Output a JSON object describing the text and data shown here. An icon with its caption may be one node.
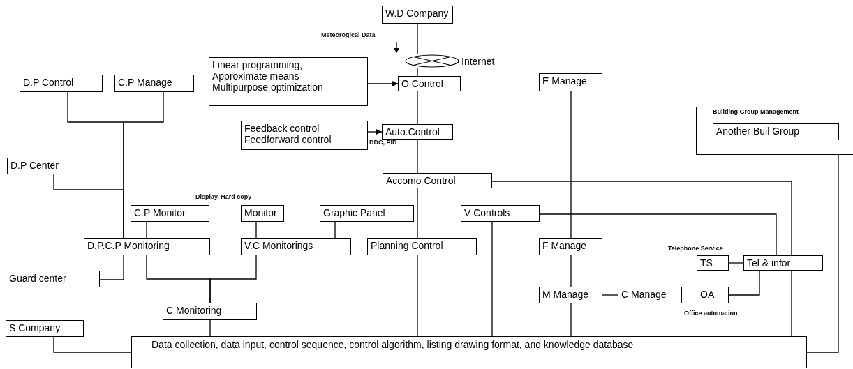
{
  "diagram": {
    "nodes": [
      {
        "text": [
          "W.D Company"
        ]
      },
      {
        "text": [],
        "shape": "circle",
        "beside": [
          "Internet"
        ]
      },
      {
        "text": [
          "Linear programming,",
          "Approximate means",
          "Multipurpose optimization"
        ]
      },
      {
        "text": [
          "O Control"
        ]
      },
      {
        "text": [
          "E Manage"
        ]
      },
      {
        "text": [
          "D.P Control"
        ]
      },
      {
        "text": [
          "C.P Manage"
        ]
      },
      {
        "text": [
          "Feedback control",
          "Feedforward control"
        ]
      },
      {
        "text": [
          "Auto.Control"
        ]
      },
      {
        "text": [
          "Building Group Management"
        ]
      },
      {
        "text": [
          "Another Buil Group"
        ],
        "in": 9
      },
      {
        "text": [
          "D.P Center"
        ]
      },
      {
        "text": [
          "Accomo Control"
        ]
      },
      {
        "text": [
          "C.P Monitor"
        ]
      },
      {
        "text": [
          "Monitor"
        ]
      },
      {
        "text": [
          "Graphic Panel"
        ]
      },
      {
        "text": [
          "V Controls"
        ]
      },
      {
        "text": [
          "D.P.C.P Monitoring"
        ]
      },
      {
        "text": [
          "V.C Monitorings"
        ]
      },
      {
        "text": [
          "Planning Control"
        ]
      },
      {
        "text": [
          "F Manage"
        ]
      },
      {
        "text": [
          "TS"
        ],
        "beside": [
          "Telephone Service"
        ]
      },
      {
        "text": [
          "Tel & infor"
        ]
      },
      {
        "text": [
          "Guard center"
        ]
      },
      {
        "text": [
          "M Manage"
        ]
      },
      {
        "text": [
          "C Manage"
        ]
      },
      {
        "text": [
          "OA"
        ],
        "beside": [
          "Office automation"
        ]
      },
      {
        "text": [
          "C Monitoring"
        ]
      },
      {
        "text": [
          "S Company"
        ]
      },
      {
        "text": [
          "Data collection, data input, control sequence, control algorithm, listing drawing format, and knowledge database"
        ]
      }
    ],
    "edges": [
      {
        "from": 0,
        "to": 1,
        "arrow": "none"
      },
      {
        "from": 1,
        "to": 3,
        "arrow": "none"
      },
      {
        "from": 2,
        "to": 3,
        "arrow": "to"
      },
      {
        "from": 3,
        "to": 8,
        "arrow": "none"
      },
      {
        "from": 7,
        "to": 8,
        "arrow": "to"
      },
      {
        "from": 8,
        "to": 12,
        "arrow": "none"
      },
      {
        "from": 12,
        "to": 19,
        "arrow": "none"
      },
      {
        "from": 19,
        "to": 29,
        "arrow": "none"
      },
      {
        "from": 5,
        "to": 17,
        "arrow": "none"
      },
      {
        "from": 6,
        "to": 17,
        "arrow": "none"
      },
      {
        "from": 11,
        "to": 17,
        "arrow": "none"
      },
      {
        "from": 23,
        "to": 17,
        "arrow": "none"
      },
      {
        "from": 13,
        "to": 17,
        "arrow": "none"
      },
      {
        "from": 14,
        "to": 18,
        "arrow": "none"
      },
      {
        "from": 15,
        "to": 18,
        "arrow": "none"
      },
      {
        "from": 17,
        "to": 27,
        "arrow": "none"
      },
      {
        "from": 18,
        "to": 27,
        "arrow": "none"
      },
      {
        "from": 27,
        "to": 29,
        "arrow": "none"
      },
      {
        "from": 28,
        "to": 29,
        "arrow": "none"
      },
      {
        "from": 16,
        "to": 29,
        "arrow": "none"
      },
      {
        "from": 4,
        "to": 20,
        "arrow": "none"
      },
      {
        "from": 20,
        "to": 24,
        "arrow": "none"
      },
      {
        "from": 24,
        "to": 29,
        "arrow": "none"
      },
      {
        "from": 24,
        "to": 25,
        "arrow": "none"
      },
      {
        "from": 12,
        "to": 22,
        "arrow": "none"
      },
      {
        "from": 16,
        "to": 22,
        "arrow": "none"
      },
      {
        "from": 21,
        "to": 22,
        "arrow": "none"
      },
      {
        "from": 26,
        "to": 22,
        "arrow": "none"
      },
      {
        "from": 22,
        "to": 29,
        "arrow": "none"
      },
      {
        "from": 9,
        "to": 29,
        "arrow": "none"
      }
    ],
    "labels": [
      "Meteorogical Data",
      "DDC, PID",
      "Display, Hard copy"
    ]
  }
}
